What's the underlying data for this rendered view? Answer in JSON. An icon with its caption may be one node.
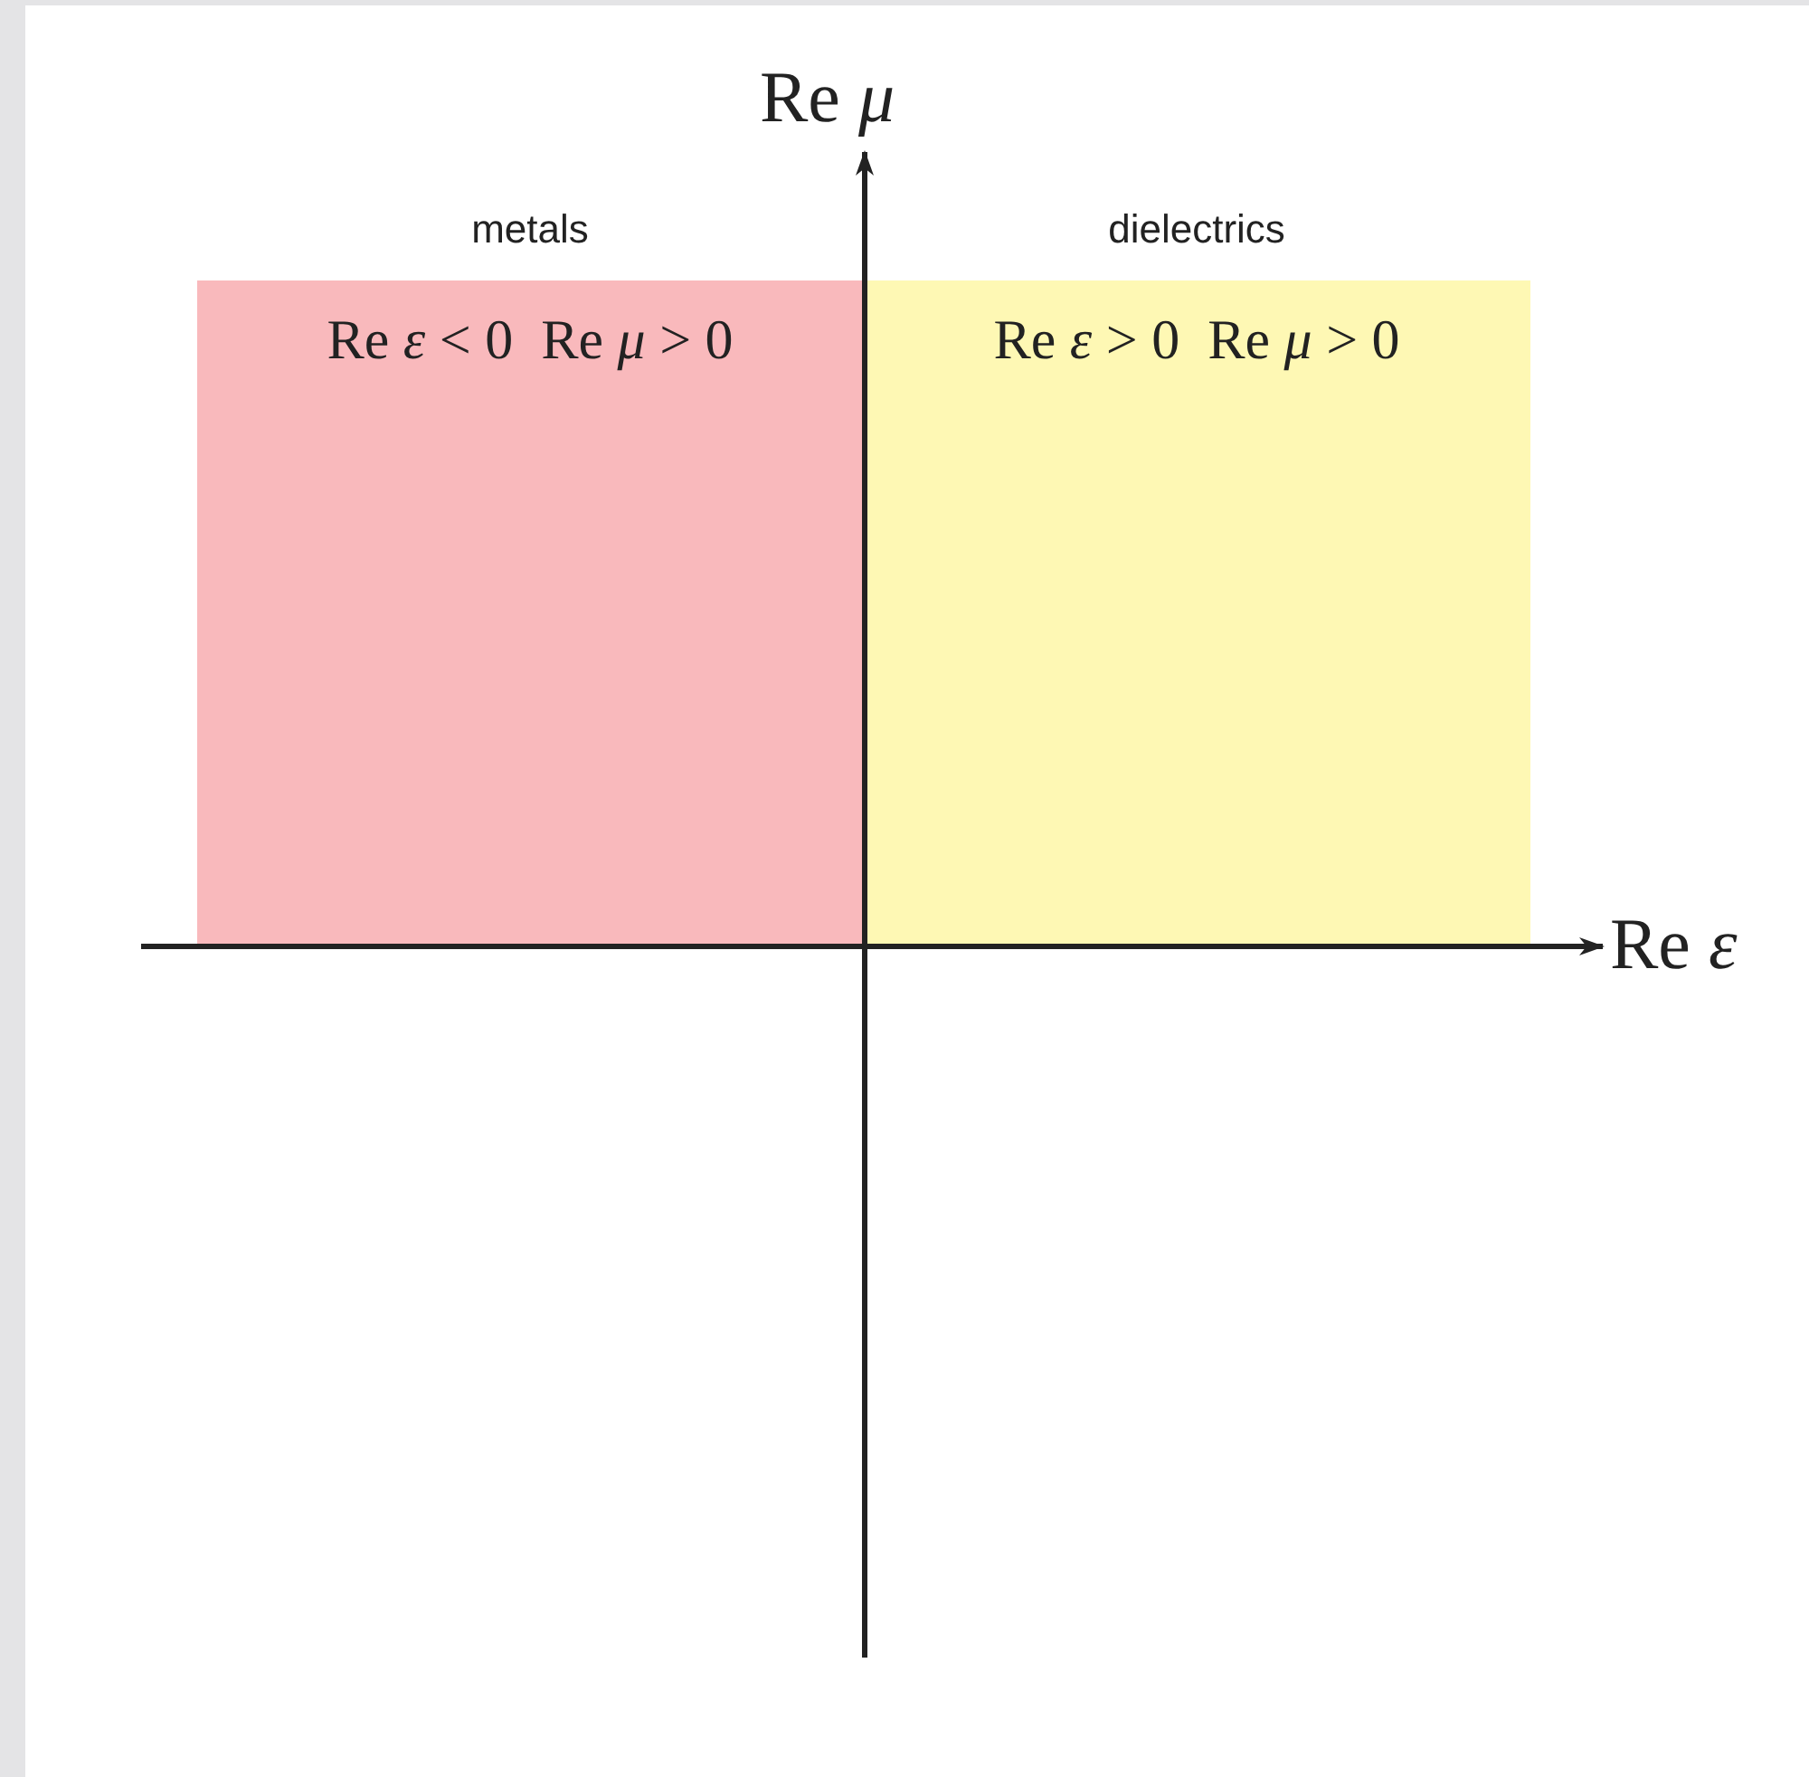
{
  "diagram": {
    "nodes": [
      {
        "text": [
          "metals",
          "Re *ε* < 0  Re *μ* > 0"
        ]
      },
      {
        "text": [
          "dielectrics",
          "Re *ε* > 0  Re *μ* > 0"
        ]
      }
    ],
    "labels": [
      "Re *μ*",
      "Re *ε*"
    ]
  }
}
